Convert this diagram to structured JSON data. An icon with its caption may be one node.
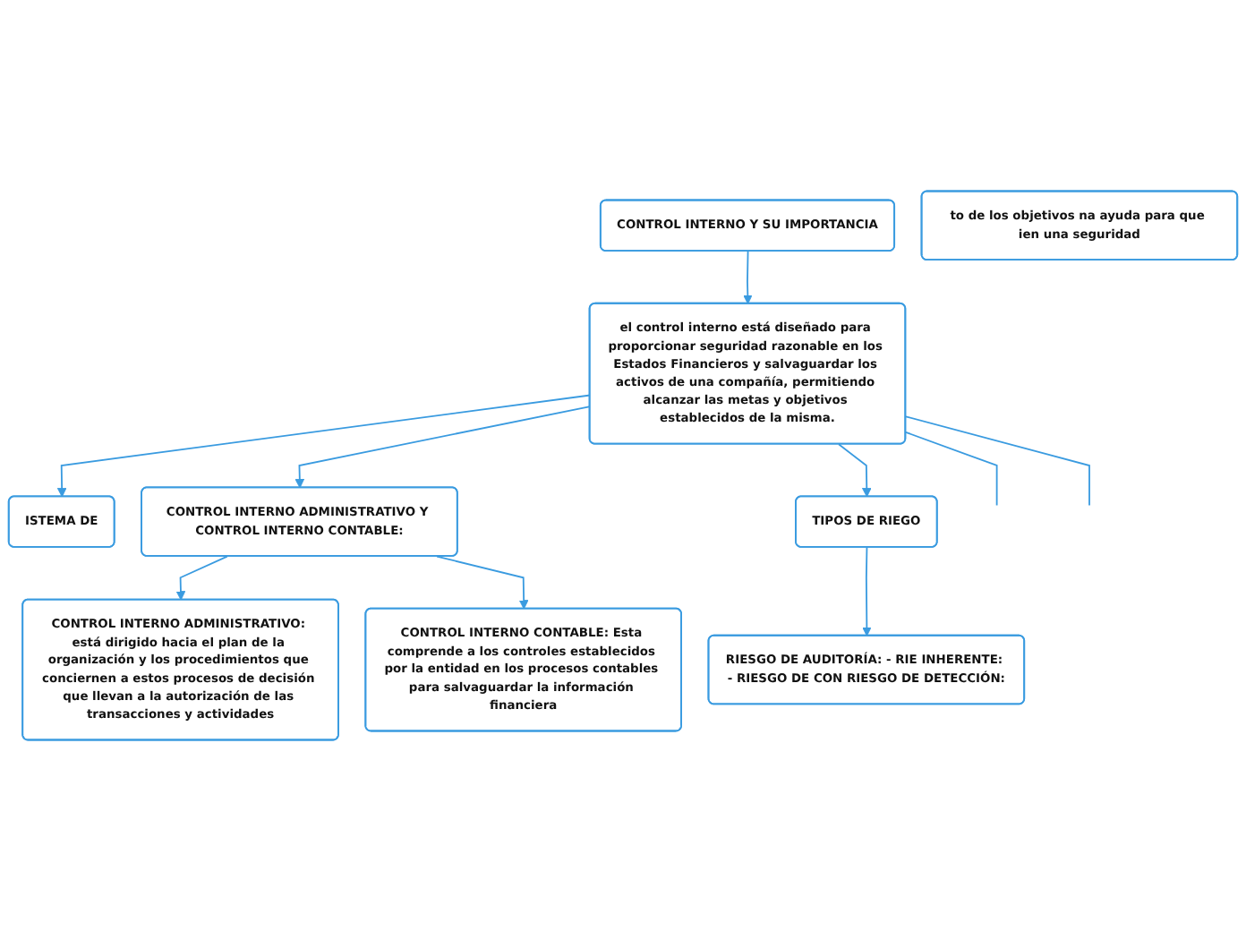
{
  "diagram": {
    "nodes": [
      {
        "text": [
          "CONTROL INTERNO Y SU IMPORTANCIA"
        ]
      },
      {
        "text": [
          "el control interno está diseñado para proporcionar seguridad razonable en los Estados Financieros y salvaguardar los activos de una compañía, permitiendo alcanzar las metas y objetivos establecidos de la misma."
        ]
      },
      {
        "text": [
          "ISTEMA DE"
        ]
      },
      {
        "text": [
          "CONTROL INTERNO ADMINISTRATIVO Y CONTROL INTERNO CONTABLE:"
        ]
      },
      {
        "text": [
          "TIPOS DE RIEGO"
        ]
      },
      {
        "text": [
          "to de los objetivos na ayuda para que ien una seguridad"
        ]
      },
      {
        "text": [
          "CONTROL INTERNO ADMINISTRATIVO: está dirigido hacia el plan de la organización y los procedimientos que conciernen a estos procesos de decisión que llevan a la autorización de las transacciones y actividades"
        ]
      },
      {
        "text": [
          "CONTROL INTERNO CONTABLE: Esta comprende a los controles establecidos por la entidad en los procesos contables para salvaguardar la información financiera"
        ]
      },
      {
        "text": [
          "RIESGO DE AUDITORÍA: - RIE INHERENTE: - RIESGO DE CON RIESGO DE DETECCIÓN:"
        ]
      }
    ],
    "edges": [
      {
        "from": 0,
        "to": 1,
        "arrow": "to"
      },
      {
        "from": 1,
        "to": null,
        "arrow": "none"
      },
      {
        "from": 1,
        "to": 2,
        "arrow": "to"
      },
      {
        "from": 1,
        "to": 3,
        "arrow": "to"
      },
      {
        "from": 1,
        "to": 4,
        "arrow": "to"
      },
      {
        "from": 1,
        "to": null,
        "arrow": "none"
      },
      {
        "from": 3,
        "to": 6,
        "arrow": "to"
      },
      {
        "from": 3,
        "to": 7,
        "arrow": "to"
      },
      {
        "from": 4,
        "to": 8,
        "arrow": "to"
      }
    ]
  }
}
